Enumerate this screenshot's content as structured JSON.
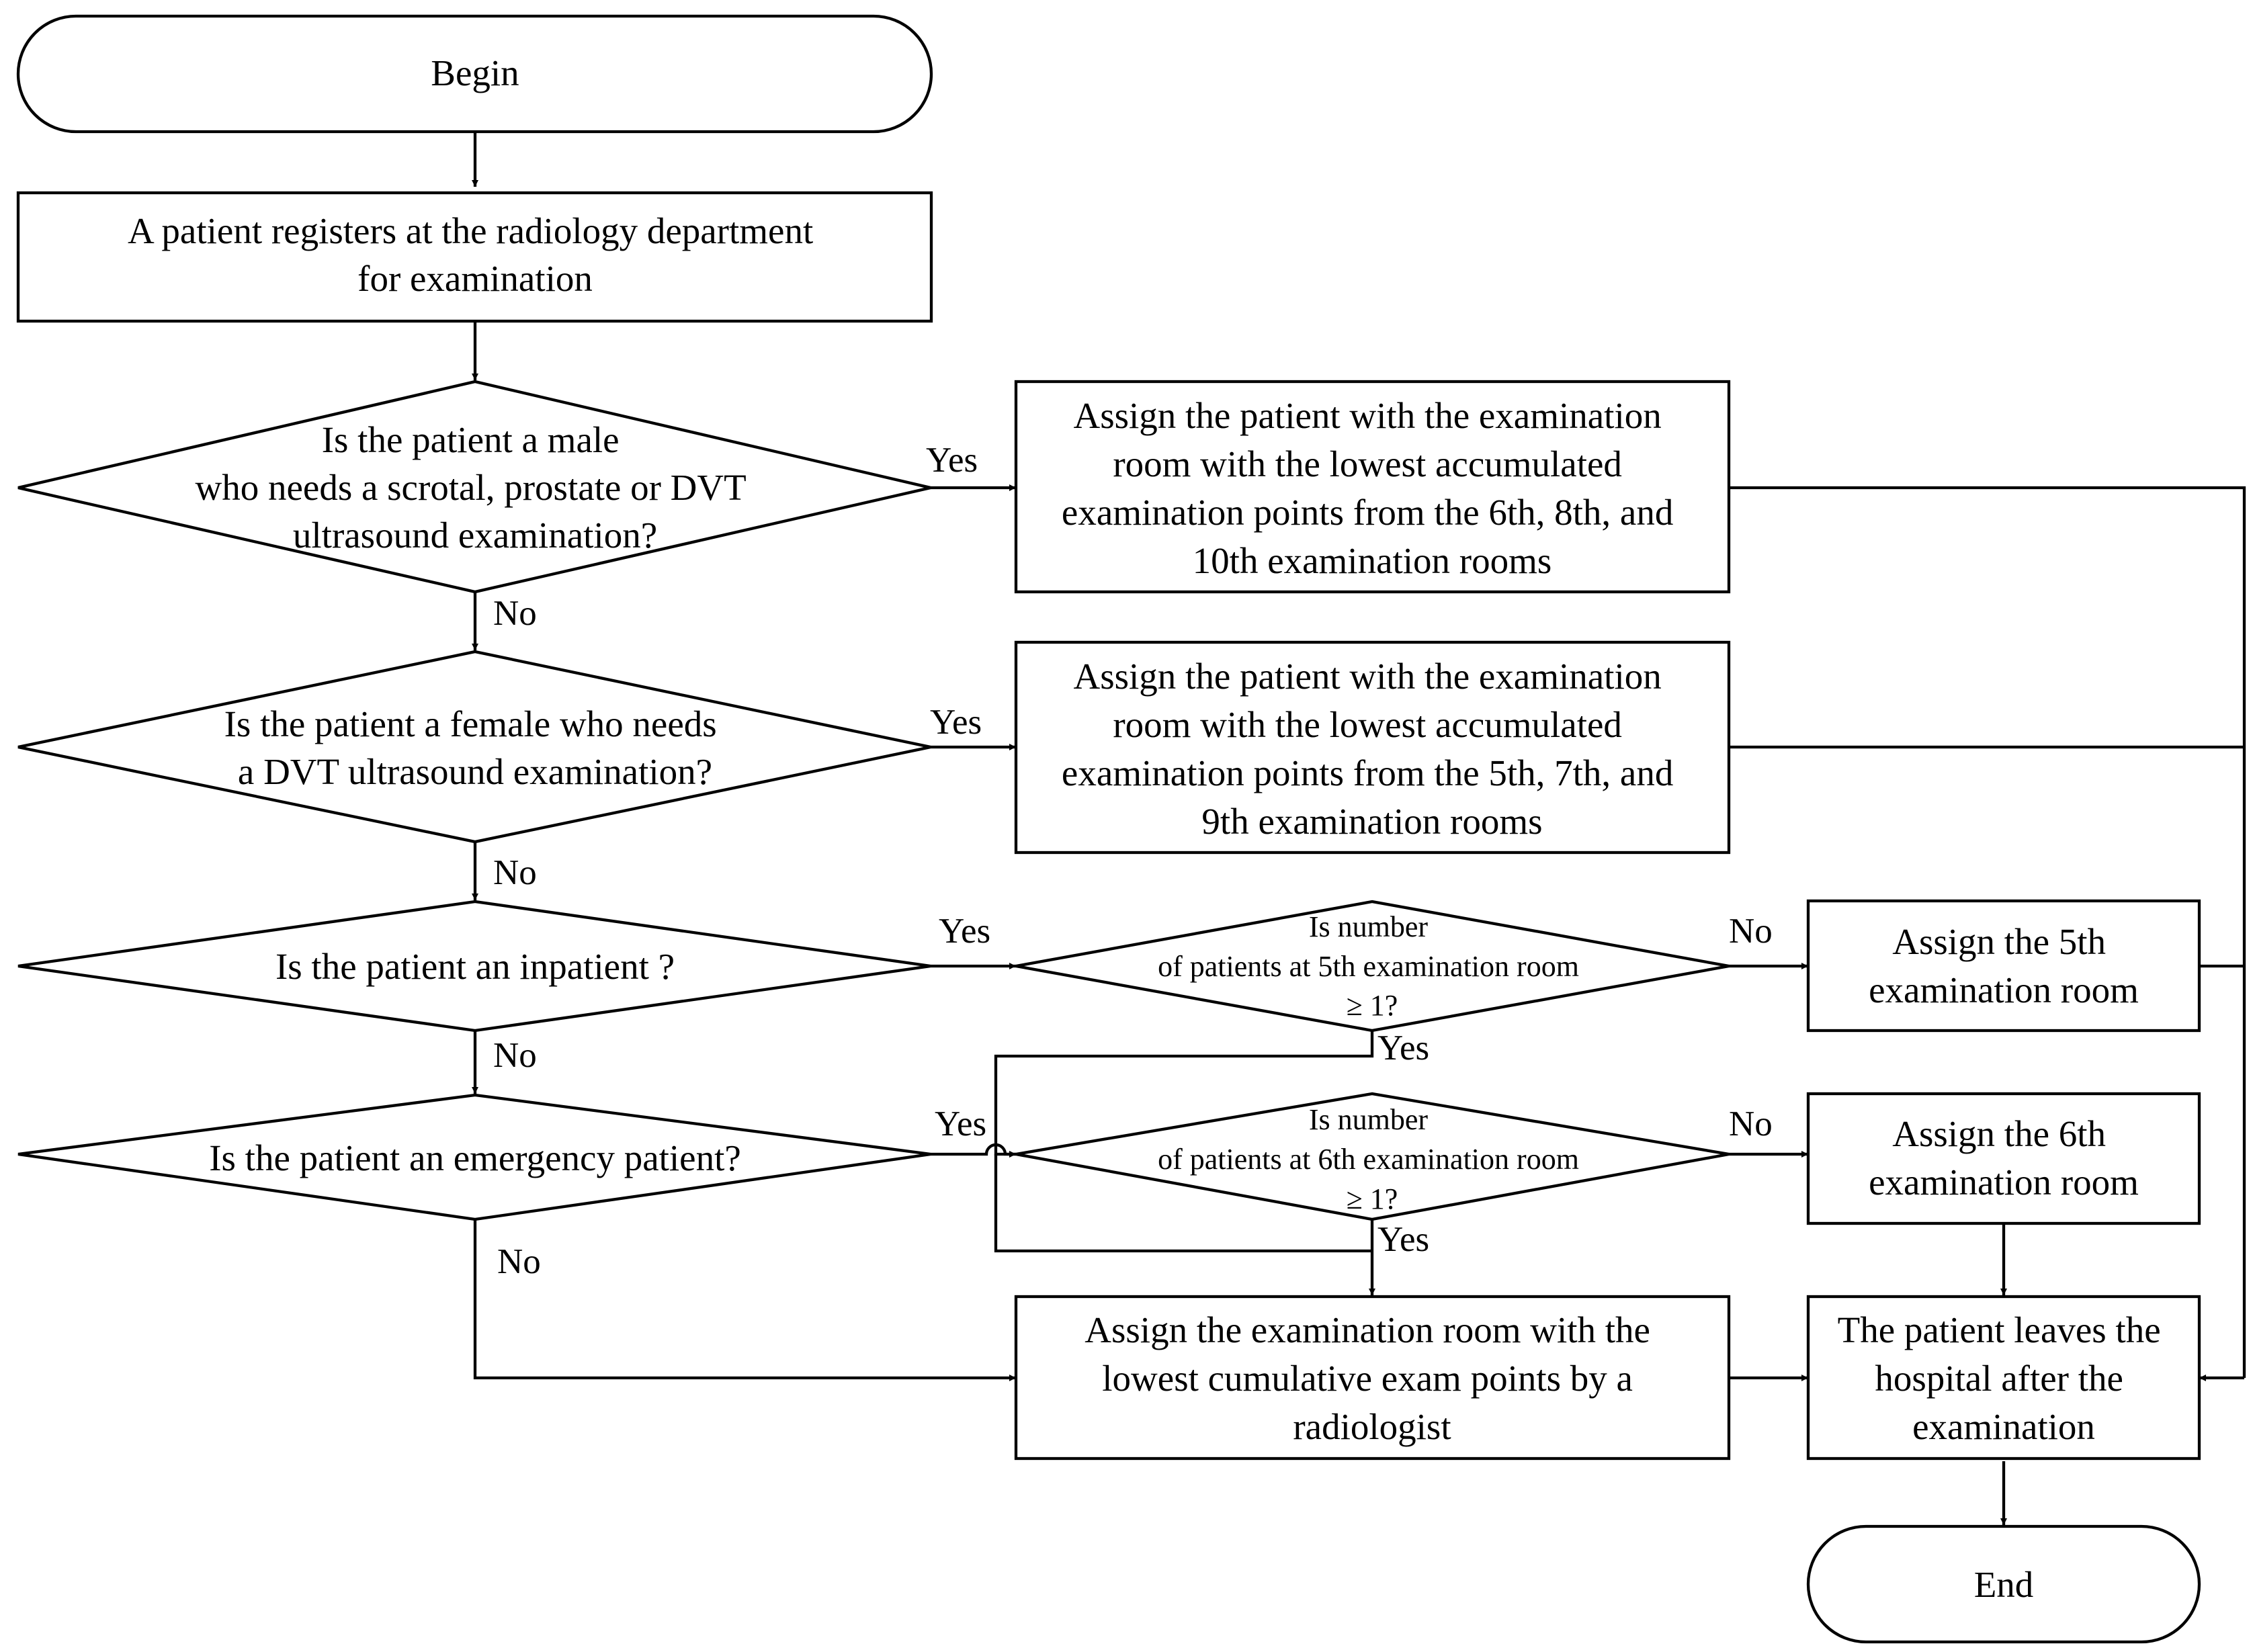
{
  "nodes": {
    "begin": "Begin",
    "register": [
      "A patient registers at the radiology department",
      "for examination"
    ],
    "q_male": [
      "Is the patient a male",
      "who needs a scrotal, prostate or DVT",
      "ultrasound examination?"
    ],
    "assign_male": [
      "Assign the patient with  the examination",
      "room  with  the lowest accumulated",
      "examination points from the  6th, 8th, and",
      "10th examination  rooms"
    ],
    "q_female": [
      "Is the patient a female who needs",
      "a DVT ultrasound examination?"
    ],
    "assign_female": [
      "Assign the patient with the examination",
      "room with  the lowest accumulated",
      "examination points from the  5th, 7th, and",
      "9th examination  rooms"
    ],
    "q_inpatient": "Is the patient an inpatient ?",
    "q_room5": [
      "Is number",
      "of patients at 5th examination room",
      "≥ 1?"
    ],
    "assign_5": [
      "Assign the 5th",
      "examination room"
    ],
    "q_emergency": "Is the patient an emergency patient?",
    "q_room6": [
      "Is number",
      "of patients at 6th examination room",
      "≥ 1?"
    ],
    "assign_6": [
      "Assign the 6th",
      "examination  room"
    ],
    "assign_radiologist": [
      "Assign the examination  room with the",
      "lowest cumulative exam points by a",
      "radiologist"
    ],
    "leave": [
      "The patient leaves the",
      "hospital after the",
      "examination"
    ],
    "end": "End"
  },
  "edge_labels": {
    "yes": "Yes",
    "no": "No"
  }
}
